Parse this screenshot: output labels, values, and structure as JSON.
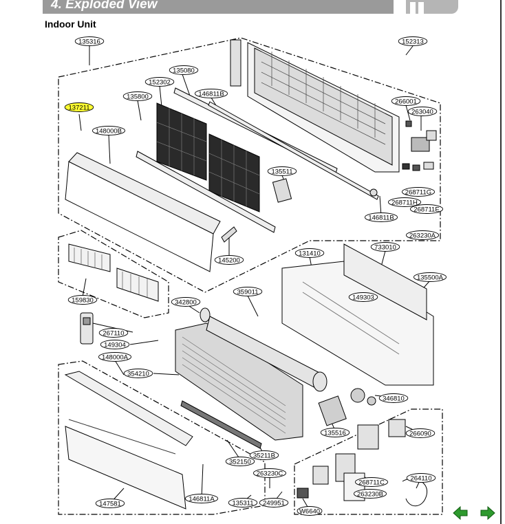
{
  "header": {
    "section_title": "4. Exploded View",
    "subtitle": "Indoor Unit"
  },
  "part_labels": [
    {
      "id": "135316",
      "text": "135316"
    },
    {
      "id": "152313",
      "text": "152313"
    },
    {
      "id": "135080",
      "text": "135080"
    },
    {
      "id": "152302",
      "text": "152302"
    },
    {
      "id": "135800",
      "text": "135800"
    },
    {
      "id": "146811B-top",
      "text": "146811B"
    },
    {
      "id": "137211",
      "text": "137211",
      "highlight": true
    },
    {
      "id": "148000B",
      "text": "148000B"
    },
    {
      "id": "266001",
      "text": "266001"
    },
    {
      "id": "263040",
      "text": "263040"
    },
    {
      "id": "135511",
      "text": "135511"
    },
    {
      "id": "268711G",
      "text": "268711G"
    },
    {
      "id": "268711H",
      "text": "268711H"
    },
    {
      "id": "268711E",
      "text": "268711E"
    },
    {
      "id": "146811B-mid",
      "text": "146811B"
    },
    {
      "id": "263230A",
      "text": "263230A"
    },
    {
      "id": "145200",
      "text": "145200"
    },
    {
      "id": "733010",
      "text": "733010"
    },
    {
      "id": "131410",
      "text": "131410"
    },
    {
      "id": "135500A",
      "text": "135500A"
    },
    {
      "id": "159830",
      "text": "159830"
    },
    {
      "id": "359011",
      "text": "359011"
    },
    {
      "id": "342800",
      "text": "342800"
    },
    {
      "id": "149303",
      "text": "149303"
    },
    {
      "id": "267110",
      "text": "267110"
    },
    {
      "id": "149304",
      "text": "149304"
    },
    {
      "id": "148000A",
      "text": "148000A"
    },
    {
      "id": "354210",
      "text": "354210"
    },
    {
      "id": "346810",
      "text": "346810"
    },
    {
      "id": "135516",
      "text": "135516"
    },
    {
      "id": "266090",
      "text": "266090"
    },
    {
      "id": "352150",
      "text": "352150"
    },
    {
      "id": "35211B",
      "text": "35211B"
    },
    {
      "id": "263230C",
      "text": "263230C"
    },
    {
      "id": "264110",
      "text": "264110"
    },
    {
      "id": "268711C",
      "text": "268711C"
    },
    {
      "id": "263230B",
      "text": "263230B"
    },
    {
      "id": "146811A",
      "text": "146811A"
    },
    {
      "id": "147581",
      "text": "147581"
    },
    {
      "id": "135311",
      "text": "135311"
    },
    {
      "id": "249951",
      "text": "249951"
    },
    {
      "id": "W6640",
      "text": "W6640"
    }
  ],
  "colors": {
    "highlight": "#ffff33",
    "nav_arrow": "#2e9a2e",
    "header_bar": "#9a9a9a"
  },
  "nav": {
    "prev_icon": "arrow-left-icon",
    "next_icon": "arrow-right-icon"
  }
}
